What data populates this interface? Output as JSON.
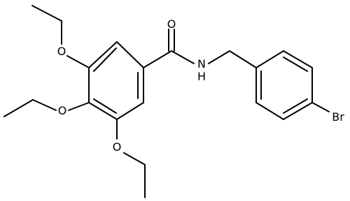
{
  "molecule": {
    "atoms": {
      "o_top": "O",
      "o_middle": "O",
      "o_bottom": "O",
      "o_carbonyl": "O",
      "n_amide": "N",
      "h_amide": "H",
      "br": "Br"
    },
    "colors": {
      "bond": "#000000",
      "label": "#000000",
      "background": "#ffffff"
    }
  }
}
